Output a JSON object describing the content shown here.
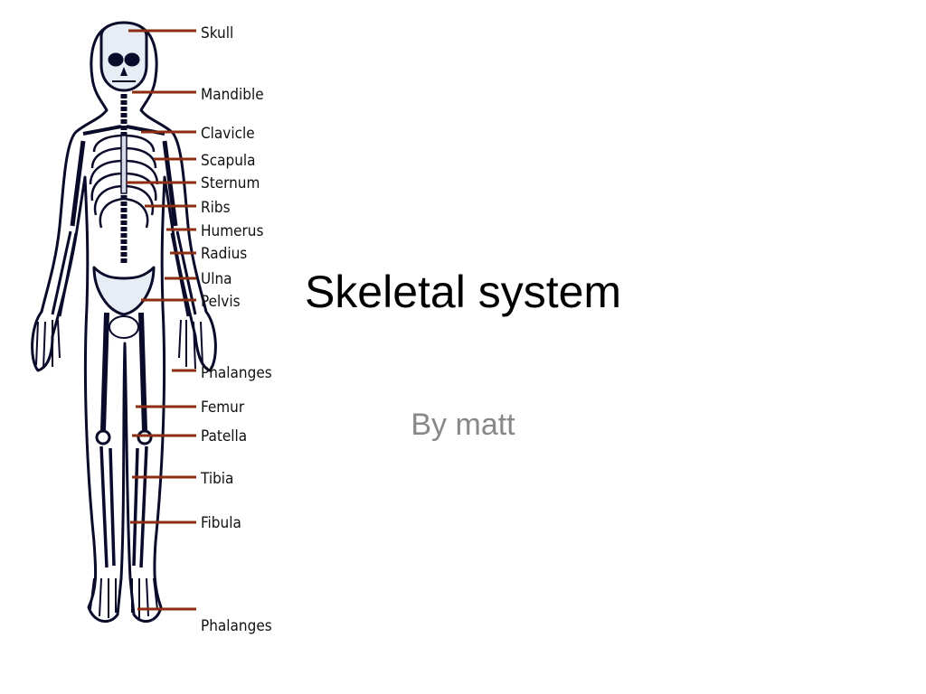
{
  "slide": {
    "title": "Skeletal system",
    "subtitle": "By matt"
  },
  "diagram": {
    "labels": [
      "Skull",
      "Mandible",
      "Clavicle",
      "Scapula",
      "Sternum",
      "Ribs",
      "Humerus",
      "Radius",
      "Ulna",
      "Pelvis",
      "Phalanges",
      "Femur",
      "Patella",
      "Tibia",
      "Fibula",
      "Phalanges"
    ]
  },
  "colors": {
    "leader_line": "#8b2e12",
    "bone_fill": "#ffffff",
    "bone_outline": "#0a0a2a",
    "subtitle": "#888888"
  }
}
